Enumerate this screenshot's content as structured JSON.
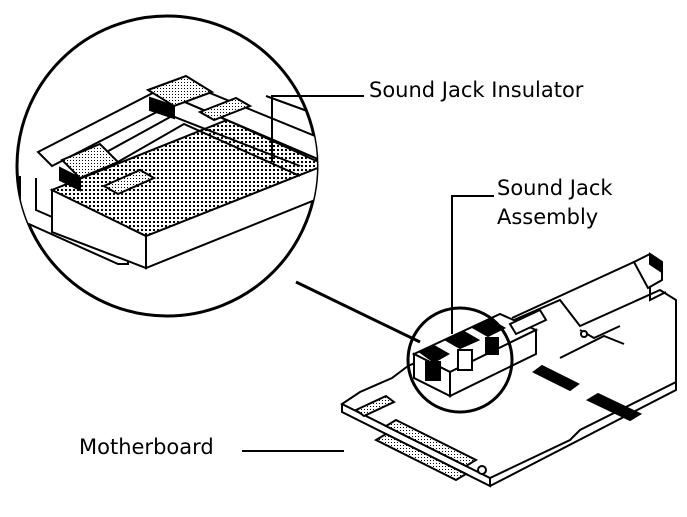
{
  "diagram": {
    "labels": {
      "sound_jack_insulator": "Sound Jack Insulator",
      "sound_jack_assembly_line1": "Sound Jack",
      "sound_jack_assembly_line2": "Assembly",
      "motherboard": "Motherboard"
    },
    "colors": {
      "ink": "#000000",
      "paper": "#ffffff"
    }
  }
}
